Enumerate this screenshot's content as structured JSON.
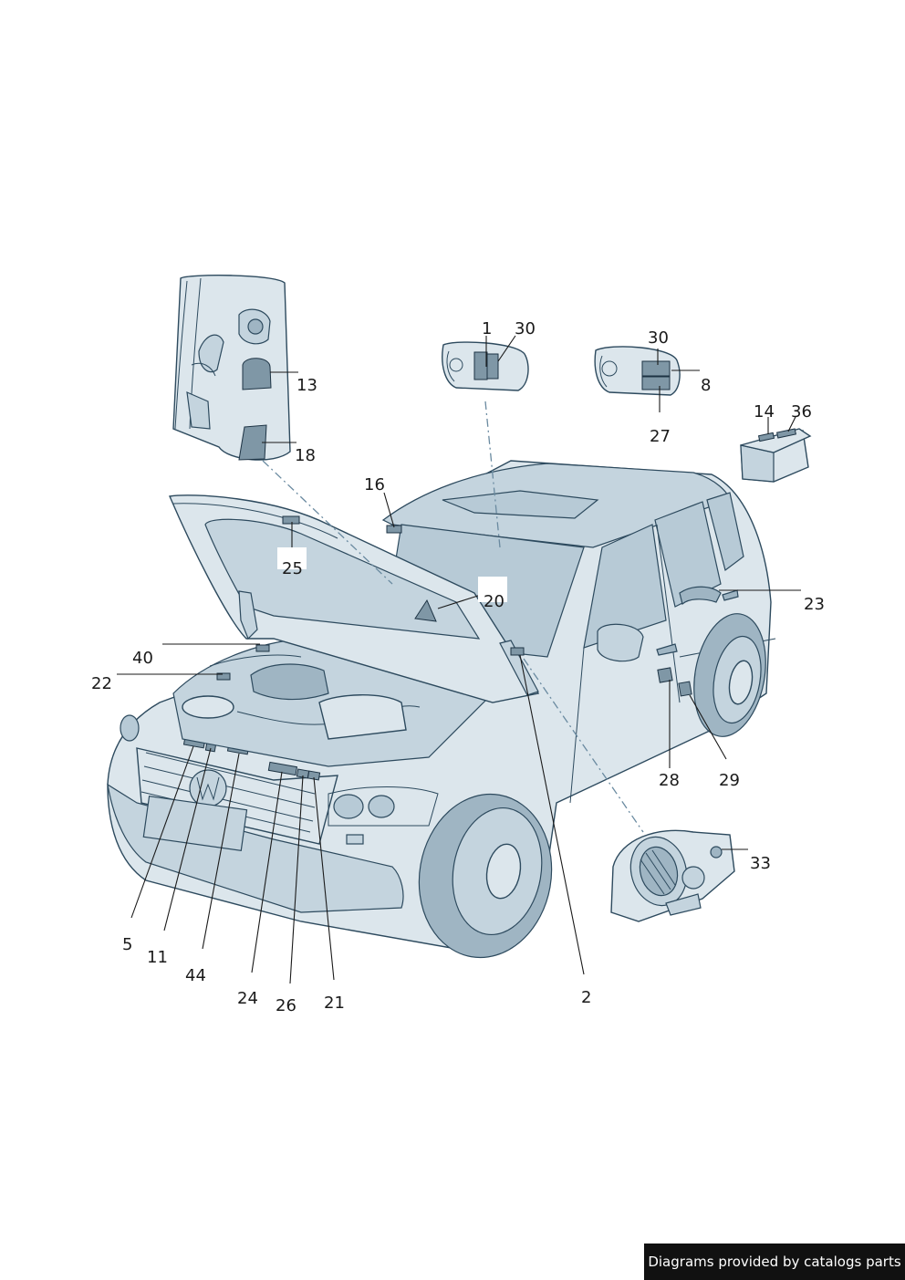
{
  "callouts": [
    {
      "id": "c1",
      "text": "1"
    },
    {
      "id": "c30a",
      "text": "30"
    },
    {
      "id": "c30b",
      "text": "30"
    },
    {
      "id": "c8",
      "text": "8"
    },
    {
      "id": "c27",
      "text": "27"
    },
    {
      "id": "c13",
      "text": "13"
    },
    {
      "id": "c18",
      "text": "18"
    },
    {
      "id": "c14",
      "text": "14"
    },
    {
      "id": "c36",
      "text": "36"
    },
    {
      "id": "c16",
      "text": "16"
    },
    {
      "id": "c25",
      "text": "25"
    },
    {
      "id": "c20",
      "text": "20"
    },
    {
      "id": "c23",
      "text": "23"
    },
    {
      "id": "c40",
      "text": "40"
    },
    {
      "id": "c22",
      "text": "22"
    },
    {
      "id": "c28",
      "text": "28"
    },
    {
      "id": "c29",
      "text": "29"
    },
    {
      "id": "c33",
      "text": "33"
    },
    {
      "id": "c5",
      "text": "5"
    },
    {
      "id": "c11",
      "text": "11"
    },
    {
      "id": "c44",
      "text": "44"
    },
    {
      "id": "c24",
      "text": "24"
    },
    {
      "id": "c26",
      "text": "26"
    },
    {
      "id": "c21",
      "text": "21"
    },
    {
      "id": "c2",
      "text": "2"
    }
  ],
  "footer": {
    "text": "Diagrams provided by catalogs parts"
  }
}
